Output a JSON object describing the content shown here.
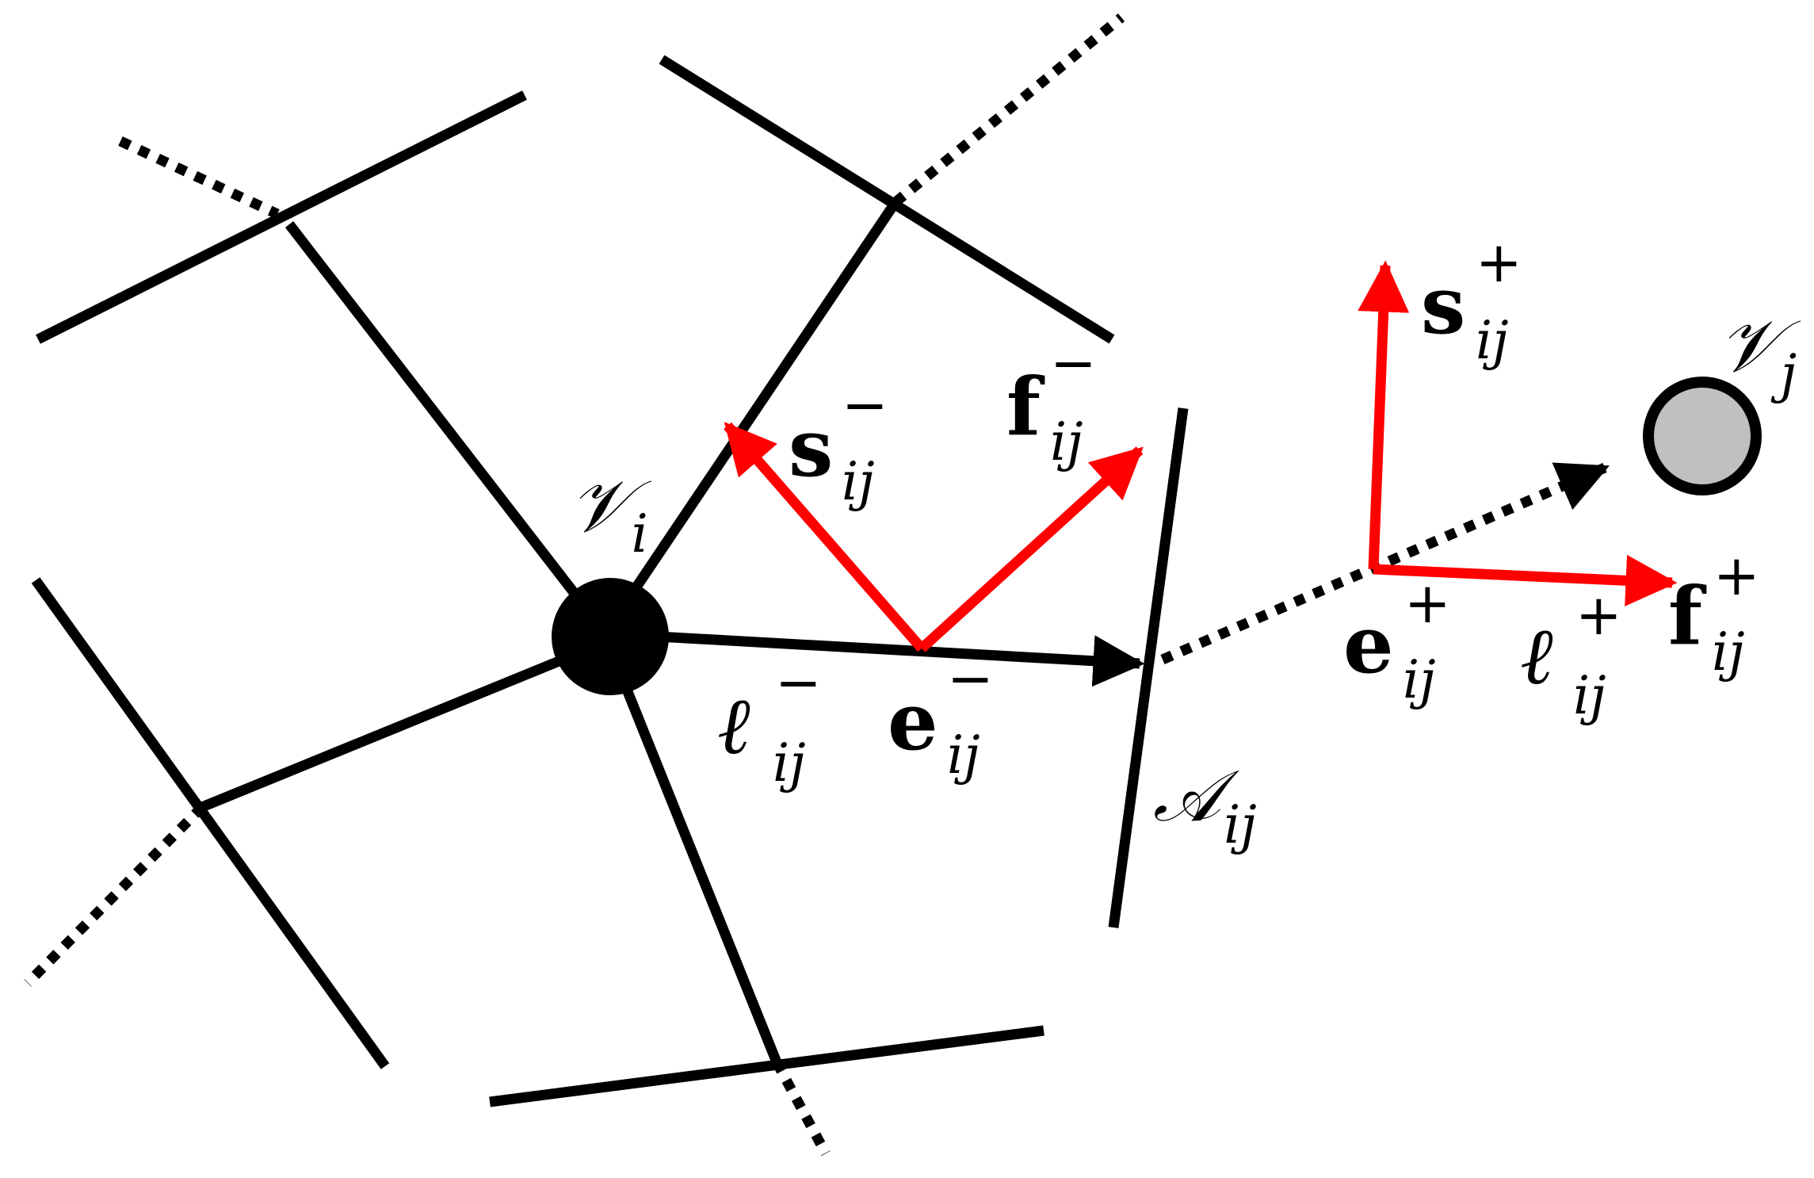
{
  "colors": {
    "edge": "#000000",
    "vector": "#ff0000",
    "node_i": "#000000",
    "node_j": "#c0c0c0"
  },
  "labels": {
    "v_i": {
      "base": "𝒱",
      "sub": "i"
    },
    "v_j": {
      "base": "𝒱",
      "sub": "j"
    },
    "a_ij": {
      "base": "𝒜",
      "sub": "ij"
    },
    "s_minus": {
      "base": "s",
      "sup": "−",
      "sub": "ij"
    },
    "f_minus": {
      "base": "f",
      "sup": "−",
      "sub": "ij"
    },
    "e_minus": {
      "base": "e",
      "sup": "−",
      "sub": "ij"
    },
    "l_minus": {
      "base": "ℓ",
      "sup": "−",
      "sub": "ij"
    },
    "s_plus": {
      "base": "s",
      "sup": "+",
      "sub": "ij"
    },
    "f_plus": {
      "base": "f",
      "sup": "+",
      "sub": "ij"
    },
    "e_plus": {
      "base": "e",
      "sup": "+",
      "sub": "ij"
    },
    "l_plus": {
      "base": "ℓ",
      "sup": "+",
      "sub": "ij"
    }
  }
}
